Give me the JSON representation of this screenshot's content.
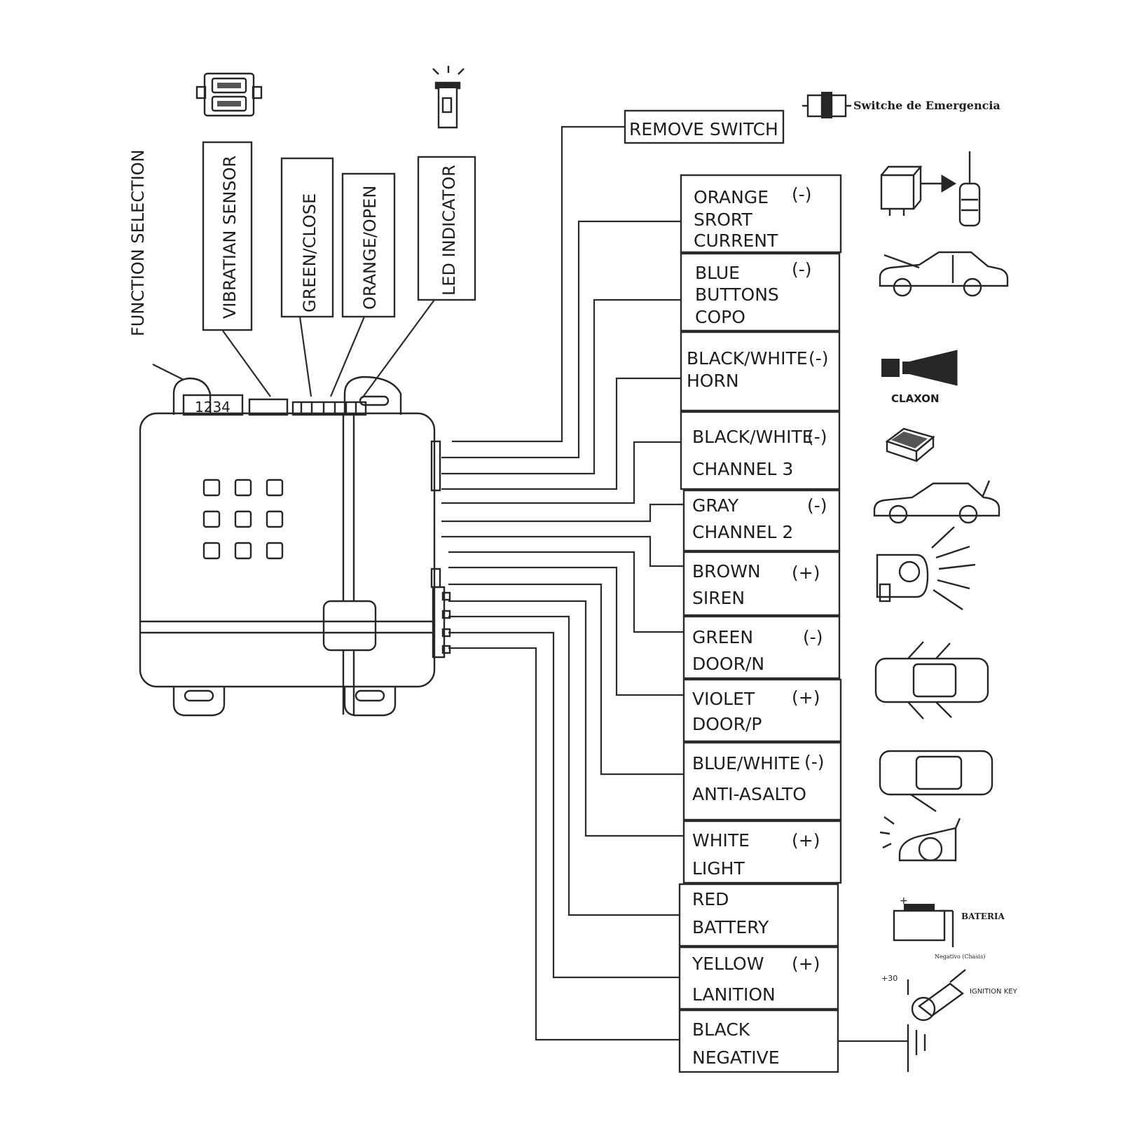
{
  "function_selection_label": "FUNCTION SELECTION",
  "top_labels": {
    "vibration": "VIBRATIAN SENSOR",
    "green_close": "GREEN/CLOSE",
    "orange_open": "ORANGE/OPEN",
    "led": "LED INDICATOR"
  },
  "dip_numbers": "1234",
  "remove_switch": "REMOVE SWITCH",
  "emergency_switch": "Switche de Emergencia",
  "wires": [
    {
      "line1": "ORANGE",
      "line2": "SRORT",
      "line3": "CURRENT",
      "polarity": "(-)"
    },
    {
      "line1": "BLUE",
      "line2": "BUTTONS",
      "line3": "COPO",
      "polarity": "(-)"
    },
    {
      "line1": "BLACK/WHITE",
      "line2": "HORN",
      "line3": "",
      "polarity": "(-)"
    },
    {
      "line1": "BLACK/WHITE",
      "line2": "CHANNEL 3",
      "line3": "",
      "polarity": "(-)"
    },
    {
      "line1": "GRAY",
      "line2": "CHANNEL 2",
      "line3": "",
      "polarity": "(-)"
    },
    {
      "line1": "BROWN",
      "line2": "SIREN",
      "line3": "",
      "polarity": "(+)"
    },
    {
      "line1": "GREEN",
      "line2": "DOOR/N",
      "line3": "",
      "polarity": "(-)"
    },
    {
      "line1": "VIOLET",
      "line2": "DOOR/P",
      "line3": "",
      "polarity": "(+)"
    },
    {
      "line1": "BLUE/WHITE",
      "line2": "ANTI-ASALTO",
      "line3": "",
      "polarity": "(-)"
    },
    {
      "line1": "WHITE",
      "line2": "LIGHT",
      "line3": "",
      "polarity": "(+)"
    },
    {
      "line1": "RED",
      "line2": "BATTERY",
      "line3": "",
      "polarity": ""
    },
    {
      "line1": "YELLOW",
      "line2": "LANITION",
      "line3": "",
      "polarity": "(+)"
    },
    {
      "line1": "BLACK",
      "line2": "NEGATIVE",
      "line3": "",
      "polarity": ""
    }
  ],
  "icon_labels": {
    "claxon": "CLAXON",
    "bateria": "BATERIA",
    "negativo": "Negativo (Chasis)",
    "plus30": "+30",
    "ignition_key": "IGNITION KEY"
  },
  "icons": [
    "relay-coil-icon",
    "car-hood-icon",
    "claxon-horn-icon",
    "module-box-icon",
    "car-trunk-icon",
    "siren-icon",
    "car-top-doors-icon",
    "car-top-hood-icon",
    "headlight-icon",
    "battery-icon",
    "ignition-key-icon",
    "ground-icon",
    "emergency-switch-icon",
    "vibration-sensor-icon",
    "led-bulb-icon"
  ]
}
